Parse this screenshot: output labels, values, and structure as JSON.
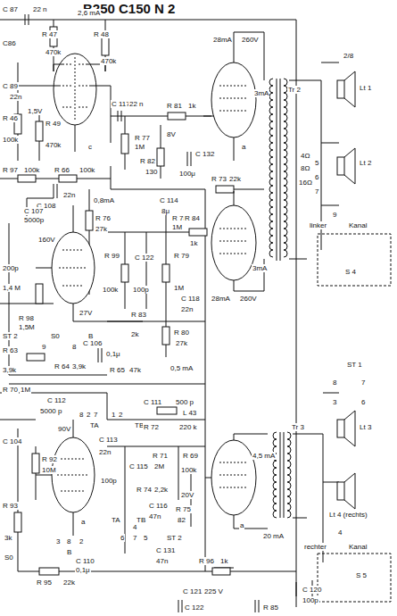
{
  "diagram": {
    "labels": [
      "B250 C150 N 2",
      "C 87",
      "22 n",
      "2,6 mA",
      "R 47",
      "R 48",
      "C86",
      "470k",
      "470k",
      "C 89",
      "22n",
      "1,5V",
      "R 46",
      "R 49",
      "100k",
      "470k",
      "c",
      "R 97",
      "100k",
      "R 66",
      "100k",
      "C 108",
      "22n",
      "0,8mA",
      "C 107",
      "5000p",
      "R 76",
      "27k",
      "160V",
      "200p",
      "1,4 M",
      "27V",
      "R 98",
      "1,5M",
      "ST 2",
      "R 63",
      "3,9k",
      "S0",
      "9",
      "8",
      "B",
      "R 64",
      "3,9k",
      "C 106",
      "0,1μ",
      "R 65",
      "47k",
      "R 70",
      "1M",
      "C 112",
      "5000 p",
      "90V",
      "8",
      "2",
      "7",
      "1",
      "2",
      "TA",
      "TB",
      "C 104",
      "R 92",
      "10M",
      "R 93",
      "3k",
      "S0",
      "3",
      "8",
      "2",
      "B",
      "C 110",
      "0,1μ",
      "R 95",
      "22k",
      "a",
      "C 117",
      "22 n",
      "R 81",
      "1k",
      "R 77",
      "1M",
      "8V",
      "R 82",
      "C 132",
      "130",
      "100μ",
      "R 73",
      "22k",
      "C 114",
      "8μ",
      "R 78",
      "1M",
      "R 84",
      "1k",
      "R 99",
      "C 122",
      "R 79",
      "100k",
      "100p",
      "1M",
      "C 118",
      "22n",
      "R 83",
      "2k",
      "R 80",
      "27k",
      "28mA",
      "260V",
      "3mA",
      "a",
      "Tr 2",
      "4Ω",
      "5",
      "8Ω",
      "6",
      "16Ω",
      "7",
      "3mA",
      "28mA",
      "260V",
      "2/8",
      "Lt 1",
      "Lt 2",
      "9",
      "linker",
      "Kanal",
      "S 4",
      "0,5 mA",
      "C 111",
      "500 p",
      "R 72",
      "220 k",
      "L 43",
      "C 113",
      "22n",
      "R 71",
      "2M",
      "R 69",
      "C 115",
      "100p",
      "R 74",
      "2,2k",
      "100k",
      "20V",
      "4,5 mA",
      "Tr 3",
      "C 116",
      "47n",
      "R 75",
      "82",
      "TA",
      "TB",
      "4",
      "6",
      "7",
      "5",
      "ST 2",
      "C 131",
      "47n",
      "20 mA",
      "a",
      "R 96",
      "1k",
      "C 121",
      "225 V",
      "C 122",
      "R 85",
      "C 120",
      "100p",
      "ST 1",
      "8",
      "7",
      "3",
      "6",
      "Lt 3",
      "Lt 4 (rechts)",
      "4",
      "rechter",
      "Kanal",
      "S 5"
    ]
  }
}
